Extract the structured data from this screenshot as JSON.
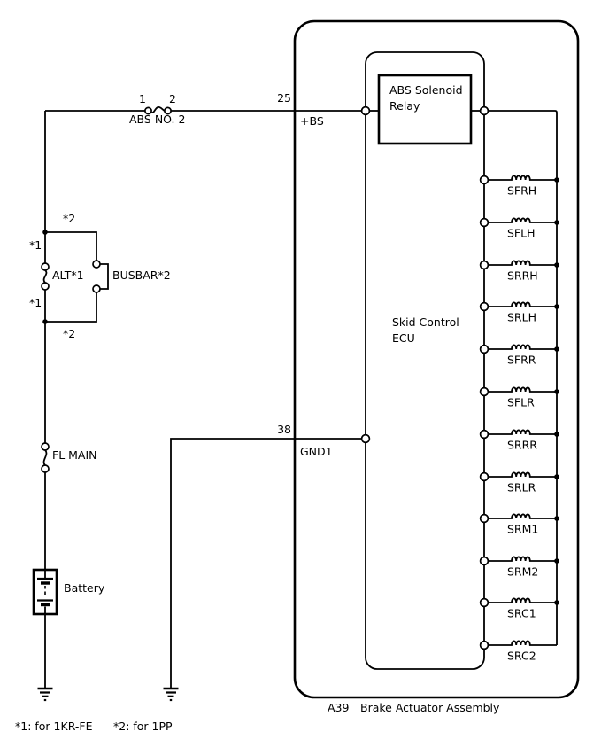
{
  "colors": {
    "line": "#000000",
    "background": "#ffffff"
  },
  "fuse": {
    "pin_left": "1",
    "pin_right": "2",
    "name": "ABS NO. 2"
  },
  "terminals": {
    "bs_pin": "25",
    "bs_name": "+BS",
    "gnd_pin": "38",
    "gnd_name": "GND1"
  },
  "relay": {
    "line1": "ABS Solenoid",
    "line2": "Relay"
  },
  "ecu": {
    "line1": "Skid Control",
    "line2": "ECU"
  },
  "left_branch": {
    "star2_top": "*2",
    "star1_top": "*1",
    "alt": "ALT*1",
    "busbar": "BUSBAR*2",
    "star1_bottom": "*1",
    "star2_bottom": "*2",
    "fl_main": "FL MAIN",
    "battery": "Battery"
  },
  "solenoids": [
    "SFRH",
    "SFLH",
    "SRRH",
    "SRLH",
    "SFRR",
    "SFLR",
    "SRRR",
    "SRLR",
    "SRM1",
    "SRM2",
    "SRC1",
    "SRC2"
  ],
  "assembly": {
    "code": "A39",
    "name": "Brake Actuator Assembly"
  },
  "footnotes": {
    "note1": "*1: for 1KR-FE",
    "note2": "*2: for 1PP"
  }
}
